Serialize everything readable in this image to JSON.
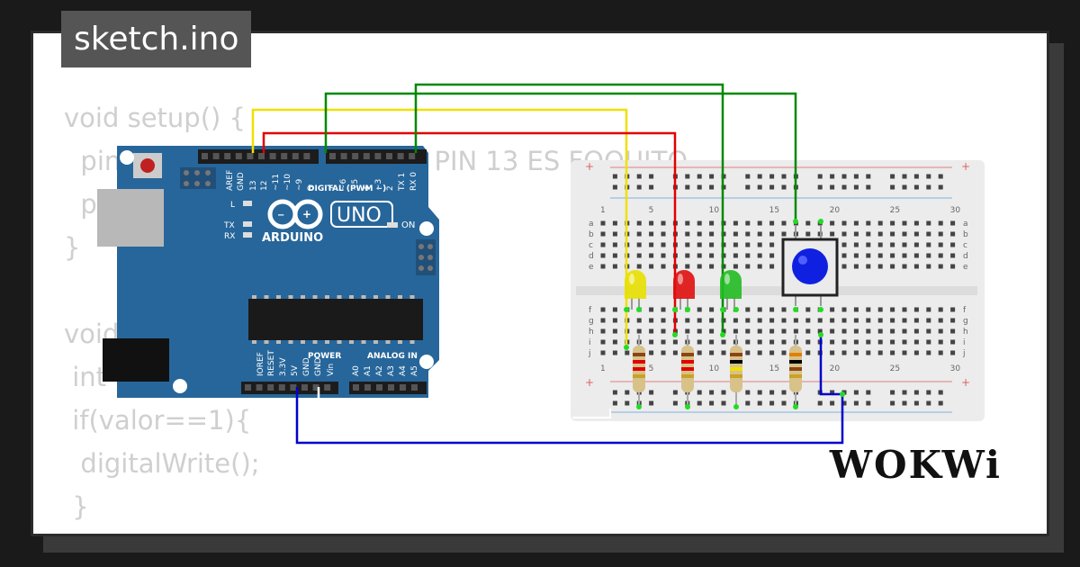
{
  "file_title": "sketch.ino",
  "code_lines": [
    "void setup() {",
    "  pinMode(13,OUTPUT); //EL PIN 13 ES FOQUITO",
    "  pinMode(2,INPUT);",
    "}",
    "",
    "void loop(){",
    " int valor=digitalRead(2);",
    " if(valor==1){",
    "  digitalWrite();",
    " }",
    "}"
  ],
  "brand_logo": "WOKWi",
  "arduino": {
    "brand": "ARDUINO",
    "model": "UNO",
    "on_label": "ON",
    "digital_label": "DIGITAL (PWM ~)",
    "power_label": "POWER",
    "analog_label": "ANALOG IN",
    "led_l": "L",
    "led_tx": "TX",
    "led_rx": "RX",
    "top_pins": [
      "AREF",
      "GND",
      "13",
      "12",
      "~11",
      "~10",
      "~9",
      "8",
      "7",
      "~6",
      "~5",
      "4",
      "~3",
      "2",
      "TX 1",
      "RX 0"
    ],
    "power_pins": [
      "IOREF",
      "RESET",
      "3.3V",
      "5V",
      "GND",
      "GND",
      "Vin"
    ],
    "analog_pins": [
      "A0",
      "A1",
      "A2",
      "A3",
      "A4",
      "A5"
    ]
  },
  "breadboard": {
    "col_numbers": [
      "1",
      "5",
      "10",
      "15",
      "20",
      "25",
      "30"
    ],
    "rows_top": [
      "a",
      "b",
      "c",
      "d",
      "e"
    ],
    "rows_bottom": [
      "f",
      "g",
      "h",
      "i",
      "j"
    ]
  },
  "components": {
    "leds": [
      {
        "name": "yellow-led",
        "color": "#e8e000"
      },
      {
        "name": "red-led",
        "color": "#e01010"
      },
      {
        "name": "green-led",
        "color": "#22bb22"
      }
    ],
    "button_color": "#1020e0"
  },
  "wire_colors": {
    "yellow": "#f0e000",
    "red": "#e00000",
    "green": "#008800",
    "blue": "#0000cc"
  }
}
